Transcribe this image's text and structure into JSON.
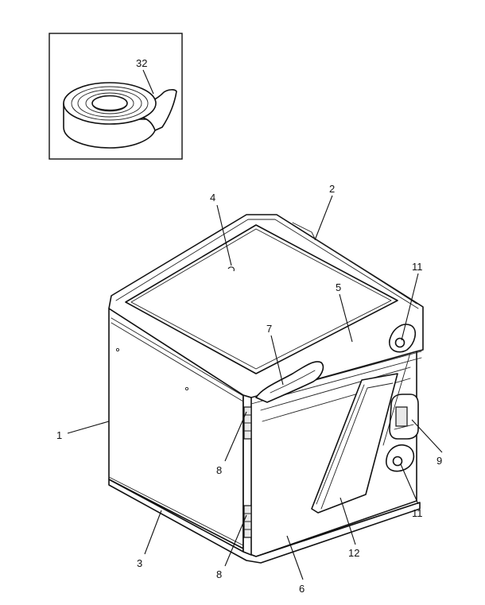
{
  "callouts": {
    "c32": "32",
    "c4": "4",
    "c2": "2",
    "c11a": "11",
    "c5": "5",
    "c7": "7",
    "c1": "1",
    "c8a": "8",
    "c9": "9",
    "c11b": "11",
    "c3": "3",
    "c8b": "8",
    "c12": "12",
    "c6": "6"
  }
}
